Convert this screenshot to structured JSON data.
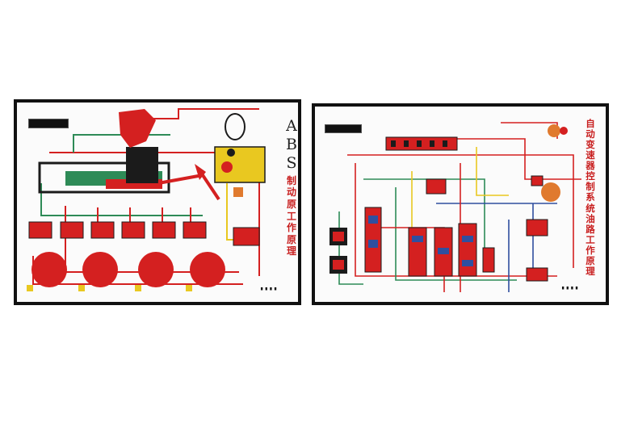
{
  "abs_board": {
    "title_main": [
      "A",
      "B",
      "S"
    ],
    "title_sub": [
      "制",
      "动",
      "原",
      "工",
      "作",
      "原",
      "理"
    ],
    "footer": "▖▖▖▖"
  },
  "trans_board": {
    "title": [
      "自",
      "动",
      "变",
      "速",
      "器",
      "控",
      "制",
      "系",
      "统",
      "油",
      "路",
      "工",
      "作",
      "原",
      "理"
    ],
    "footer": "▖▖▖▖"
  },
  "colors": {
    "red": "#d42020",
    "dark": "#1b1b1b",
    "green": "#2e8b57",
    "yellow": "#e9c820",
    "blue": "#2f4f9f",
    "orange": "#e07a2e"
  }
}
